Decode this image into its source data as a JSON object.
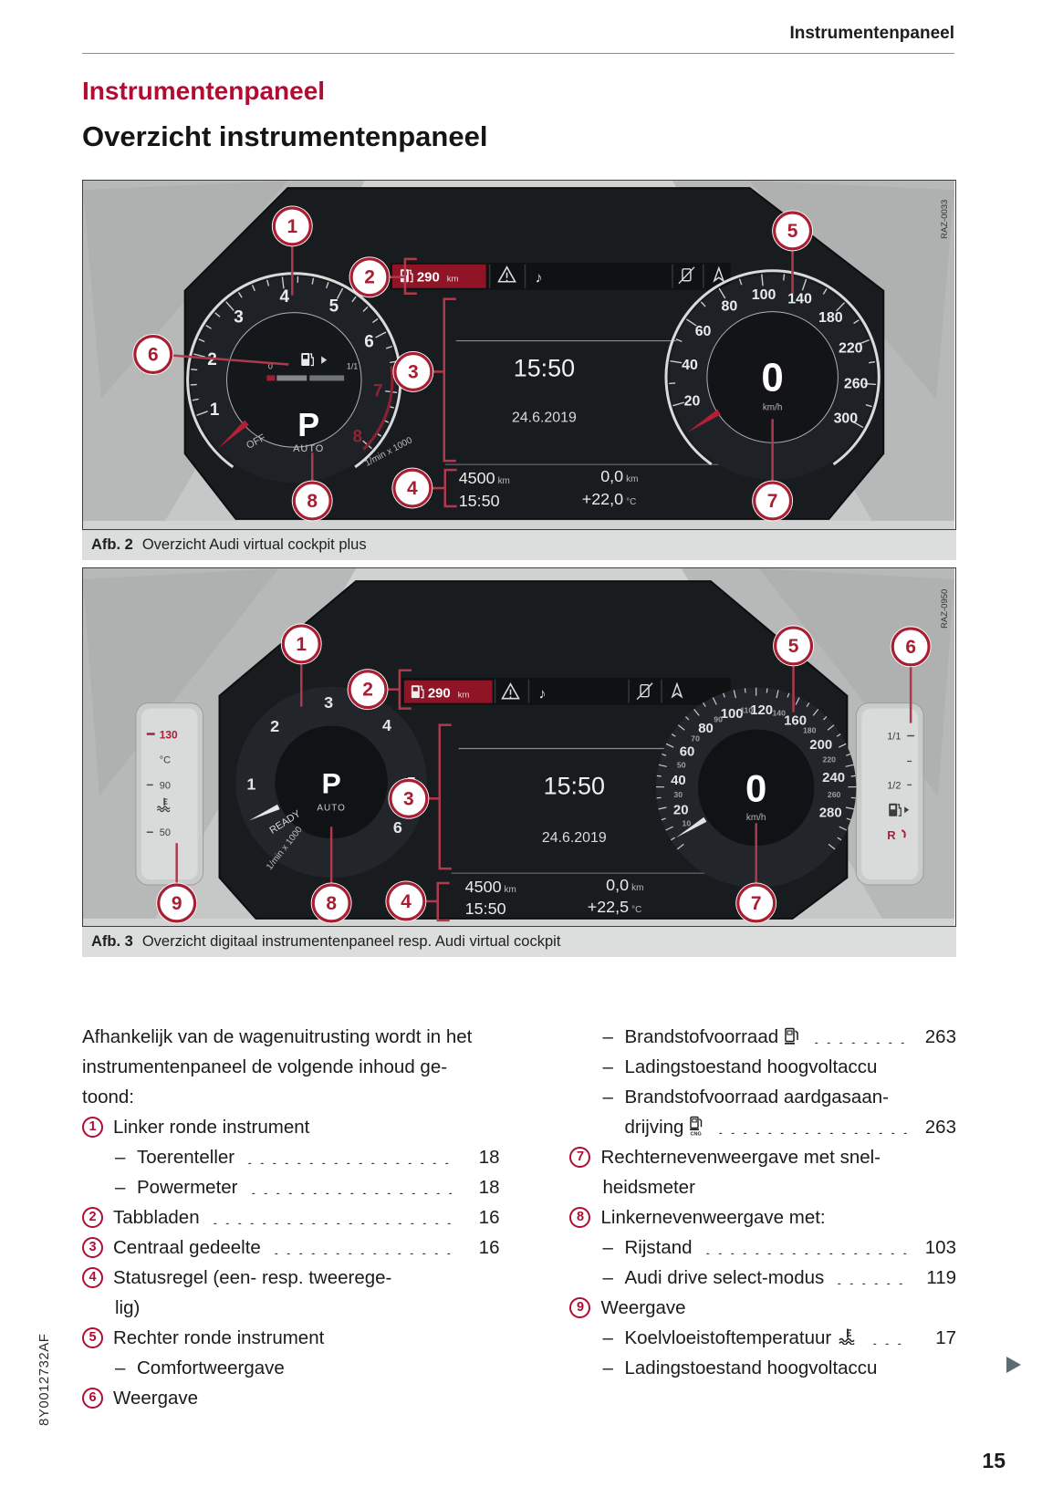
{
  "header": {
    "running_title": "Instrumentenpaneel",
    "page_number": "15",
    "doc_code": "8Y0012732AF"
  },
  "titles": {
    "section": "Instrumentenpaneel",
    "subsection": "Overzicht instrumentenpaneel"
  },
  "intro_lines": [
    "Afhankelijk van de wagenuitrusting wordt in het",
    "instrumentenpaneel de volgende inhoud ge-",
    "toond:"
  ],
  "figures": {
    "fig1": {
      "caption_label": "Afb. 2",
      "caption": "Overzicht Audi virtual cockpit plus",
      "ref": "RAZ-0033",
      "status": {
        "range": "290",
        "range_unit": "km"
      },
      "clock": "15:50",
      "date": "24.6.2019",
      "odometer": "4500",
      "odometer_unit": "km",
      "odo_time": "15:50",
      "trip": "0,0",
      "trip_unit": "km",
      "temp": "+22,0",
      "temp_unit": "°C",
      "gear": "P",
      "gear_mode": "AUTO",
      "off_label": "OFF",
      "tach_unit": "1/min x 1000",
      "fuel_min": "0",
      "fuel_max": "1/1",
      "speed": "0",
      "speed_unit": "km/h",
      "tach_marks": [
        {
          "v": "1",
          "a": 200
        },
        {
          "v": "2",
          "a": 165.5
        },
        {
          "v": "3",
          "a": 131
        },
        {
          "v": "4",
          "a": 96.5
        },
        {
          "v": "5",
          "a": 62
        },
        {
          "v": "6",
          "a": 27.5
        },
        {
          "v": "7",
          "a": -7,
          "red": true
        },
        {
          "v": "8",
          "a": -41.5,
          "red": true
        }
      ],
      "speed_marks": [
        {
          "v": "20",
          "a": 196
        },
        {
          "v": "40",
          "a": 171
        },
        {
          "v": "60",
          "a": 146
        },
        {
          "v": "80",
          "a": 121
        },
        {
          "v": "100",
          "a": 96
        },
        {
          "v": "140",
          "a": 71
        },
        {
          "v": "180",
          "a": 46
        },
        {
          "v": "220",
          "a": 21
        },
        {
          "v": "260",
          "a": -4
        },
        {
          "v": "300",
          "a": -29
        }
      ],
      "callouts": [
        "1",
        "2",
        "3",
        "4",
        "5",
        "6",
        "7",
        "8"
      ]
    },
    "fig2": {
      "caption_label": "Afb. 3",
      "caption": "Overzicht digitaal instrumentenpaneel resp. Audi virtual cockpit",
      "ref": "RAZ-0950",
      "status": {
        "range": "290",
        "range_unit": "km"
      },
      "clock": "15:50",
      "date": "24.6.2019",
      "odometer": "4500",
      "odometer_unit": "km",
      "odo_time": "15:50",
      "trip": "0,0",
      "trip_unit": "km",
      "temp": "+22,5",
      "temp_unit": "°C",
      "gear": "P",
      "gear_mode": "AUTO",
      "ready_label": "READY",
      "tach_unit": "1/min x 1000",
      "speed": "0",
      "speed_unit": "km/h",
      "temp_strip": {
        "max": "130",
        "unit": "°C",
        "mid": "90",
        "min": "50"
      },
      "fuel_strip": {
        "full": "1/1",
        "half": "1/2",
        "reserve": "R"
      },
      "tach_marks": [
        {
          "v": "1",
          "a": 181
        },
        {
          "v": "2",
          "a": 135
        },
        {
          "v": "3",
          "a": 92
        },
        {
          "v": "4",
          "a": 46
        },
        {
          "v": "5",
          "a": 0
        },
        {
          "v": "6",
          "a": -34
        }
      ],
      "speed_marks": [
        {
          "v": "20",
          "a": 196
        },
        {
          "v": "40",
          "a": 174
        },
        {
          "v": "60",
          "a": 152
        },
        {
          "v": "80",
          "a": 130
        },
        {
          "v": "100",
          "a": 108
        },
        {
          "v": "120",
          "a": 86
        },
        {
          "v": "160",
          "a": 60
        },
        {
          "v": "200",
          "a": 34
        },
        {
          "v": "240",
          "a": 8
        },
        {
          "v": "280",
          "a": -18
        },
        {
          "v": "10",
          "a": 207,
          "small": true
        },
        {
          "v": "30",
          "a": 185,
          "small": true
        },
        {
          "v": "50",
          "a": 163,
          "small": true
        },
        {
          "v": "70",
          "a": 141,
          "small": true
        },
        {
          "v": "90",
          "a": 119,
          "small": true
        },
        {
          "v": "110",
          "a": 97,
          "small": true
        },
        {
          "v": "140",
          "a": 73,
          "small": true
        },
        {
          "v": "180",
          "a": 47,
          "small": true
        },
        {
          "v": "220",
          "a": 21,
          "small": true
        },
        {
          "v": "260",
          "a": -5,
          "small": true
        }
      ],
      "callouts": [
        "1",
        "2",
        "3",
        "4",
        "5",
        "6",
        "7",
        "8",
        "9"
      ]
    }
  },
  "columns": {
    "left": [
      {
        "kind": "item",
        "num": "1",
        "text": "Linker ronde instrument"
      },
      {
        "kind": "sub",
        "text": "Toerenteller",
        "leader": true,
        "page": "18"
      },
      {
        "kind": "sub",
        "text": "Powermeter",
        "leader": true,
        "page": "18"
      },
      {
        "kind": "item",
        "num": "2",
        "text": "Tabbladen",
        "leader": true,
        "page": "16"
      },
      {
        "kind": "item",
        "num": "3",
        "text": "Centraal gedeelte",
        "leader": true,
        "page": "16"
      },
      {
        "kind": "item",
        "num": "4",
        "text": "Statusregel (een- resp. tweerege-"
      },
      {
        "kind": "cont",
        "text": "lig)"
      },
      {
        "kind": "item",
        "num": "5",
        "text": "Rechter ronde instrument"
      },
      {
        "kind": "sub",
        "text": "Comfortweergave"
      },
      {
        "kind": "item",
        "num": "6",
        "text": "Weergave"
      }
    ],
    "right": [
      {
        "kind": "sub",
        "text": "Brandstofvoorraad",
        "icon": "fuel-pump-icon",
        "leader": true,
        "page": "263"
      },
      {
        "kind": "sub",
        "text": "Ladingstoestand hoogvoltaccu"
      },
      {
        "kind": "sub",
        "text": "Brandstofvoorraad aardgasaan-"
      },
      {
        "kind": "cont2",
        "text": "drijving",
        "icon": "cng-pump-icon",
        "leader": true,
        "page": "263"
      },
      {
        "kind": "item",
        "num": "7",
        "text": "Rechternevenweergave met snel-"
      },
      {
        "kind": "cont",
        "text": "heidsmeter"
      },
      {
        "kind": "item",
        "num": "8",
        "text": "Linkernevenweergave met:"
      },
      {
        "kind": "sub",
        "text": "Rijstand",
        "leader": true,
        "page": "103"
      },
      {
        "kind": "sub",
        "text": "Audi drive select-modus",
        "leader": true,
        "page": "119"
      },
      {
        "kind": "item",
        "num": "9",
        "text": "Weergave"
      },
      {
        "kind": "sub",
        "text": "Koelvloeistoftemperatuur",
        "icon": "coolant-temperature-icon",
        "leader": true,
        "page": "17"
      },
      {
        "kind": "sub",
        "text": "Ladingstoestand hoogvoltaccu"
      }
    ]
  }
}
